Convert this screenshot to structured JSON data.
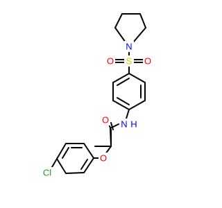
{
  "molecule": {
    "atoms": {
      "cl": "Cl",
      "o_ether": "O",
      "o_carbonyl": "O",
      "n_amide": "N",
      "h_amide": "H",
      "s": "S",
      "o_sulfonyl_left": "O",
      "o_sulfonyl_right": "O",
      "n_pyrrolidine": "N"
    },
    "colors": {
      "bond": "#000000",
      "carbon_black": "#000000",
      "oxygen": "#ff0000",
      "nitrogen": "#0000ff",
      "sulfur": "#cccc00",
      "chlorine": "#1fa01f"
    }
  }
}
